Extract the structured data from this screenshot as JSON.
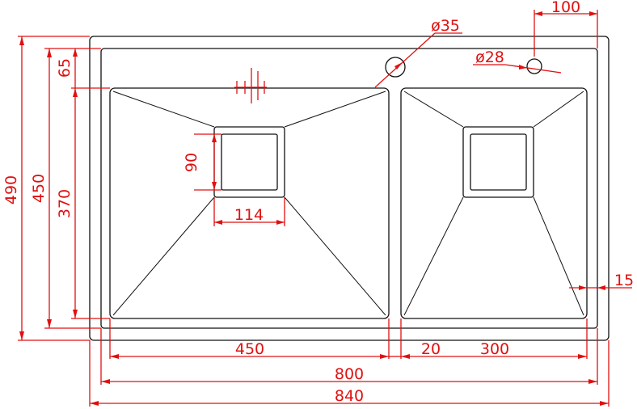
{
  "drawing": {
    "dimensions": {
      "outer_height": "490",
      "inner_height": "450",
      "bowl_height": "370",
      "top_offset": "65",
      "drain_height": "90",
      "drain_width": "114",
      "left_bowl_width": "450",
      "divider_width": "20",
      "right_bowl_width": "300",
      "inner_width": "800",
      "outer_width": "840",
      "faucet_hole": "ø35",
      "small_hole": "ø28",
      "hole_offset": "100",
      "corner_radius": "15"
    },
    "colors": {
      "outline": "#111111",
      "dimension": "#e01010",
      "background": "#ffffff"
    }
  }
}
